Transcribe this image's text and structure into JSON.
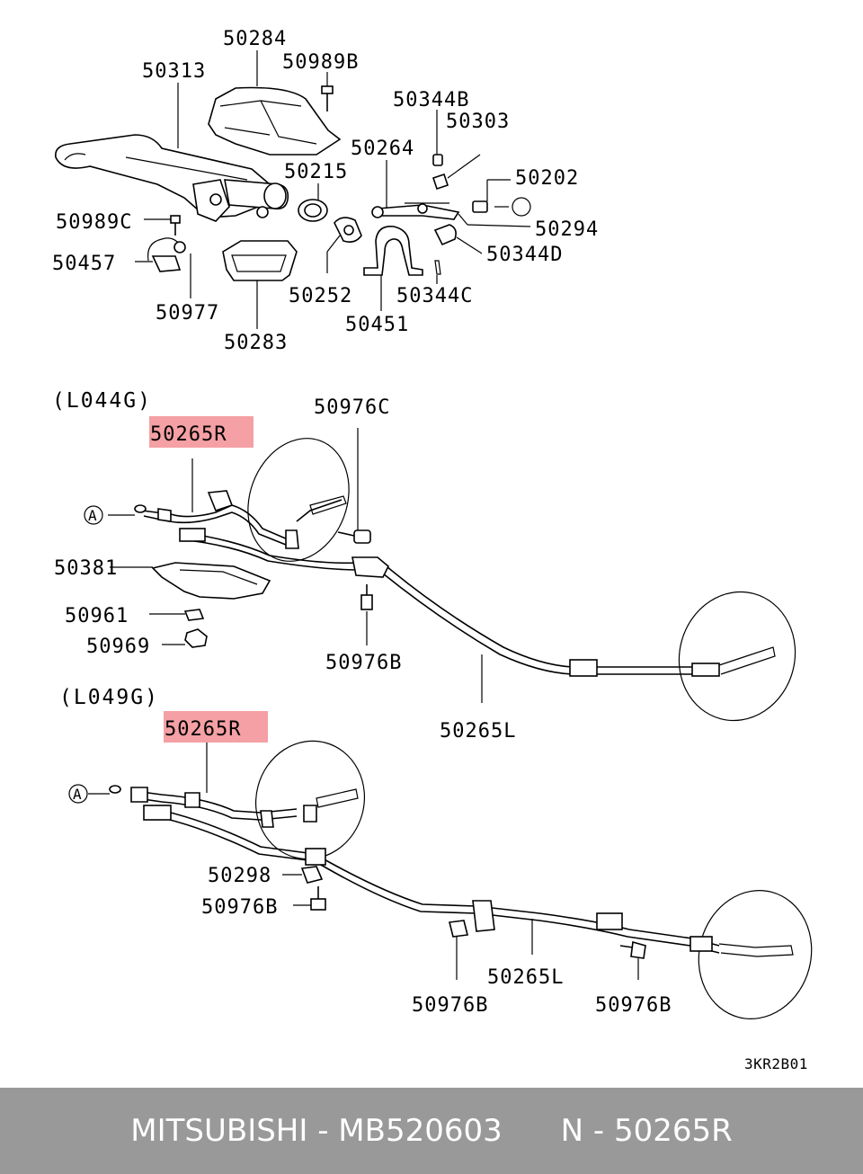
{
  "footer": {
    "brand": "MITSUBISHI",
    "sep1": " - ",
    "part_number": "MB520603",
    "gap": "      ",
    "ref_prefix": "N",
    "sep2": " - ",
    "ref_code": "50265R"
  },
  "diagram": {
    "drawing_code": "3KR2B01",
    "variant_1": "(L044G)",
    "variant_2": "(L049G)",
    "ref_marker": "A",
    "highlight_color": "#f4a0a4",
    "labels": {
      "p50284": "50284",
      "p50989B": "50989B",
      "p50313": "50313",
      "p50344B": "50344B",
      "p50303": "50303",
      "p50264": "50264",
      "p50215": "50215",
      "p50202": "50202",
      "p50294": "50294",
      "p50989C": "50989C",
      "p50344D": "50344D",
      "p50457": "50457",
      "p50252": "50252",
      "p50344C": "50344C",
      "p50977": "50977",
      "p50451": "50451",
      "p50283": "50283",
      "p50976C": "50976C",
      "p50265R_a": "50265R",
      "p50381": "50381",
      "p50961": "50961",
      "p50969": "50969",
      "p50976B_a": "50976B",
      "p50265L_a": "50265L",
      "p50265R_b": "50265R",
      "p50298": "50298",
      "p50976B_b": "50976B",
      "p50265L_b": "50265L",
      "p50976B_c": "50976B",
      "p50976B_d": "50976B"
    }
  }
}
